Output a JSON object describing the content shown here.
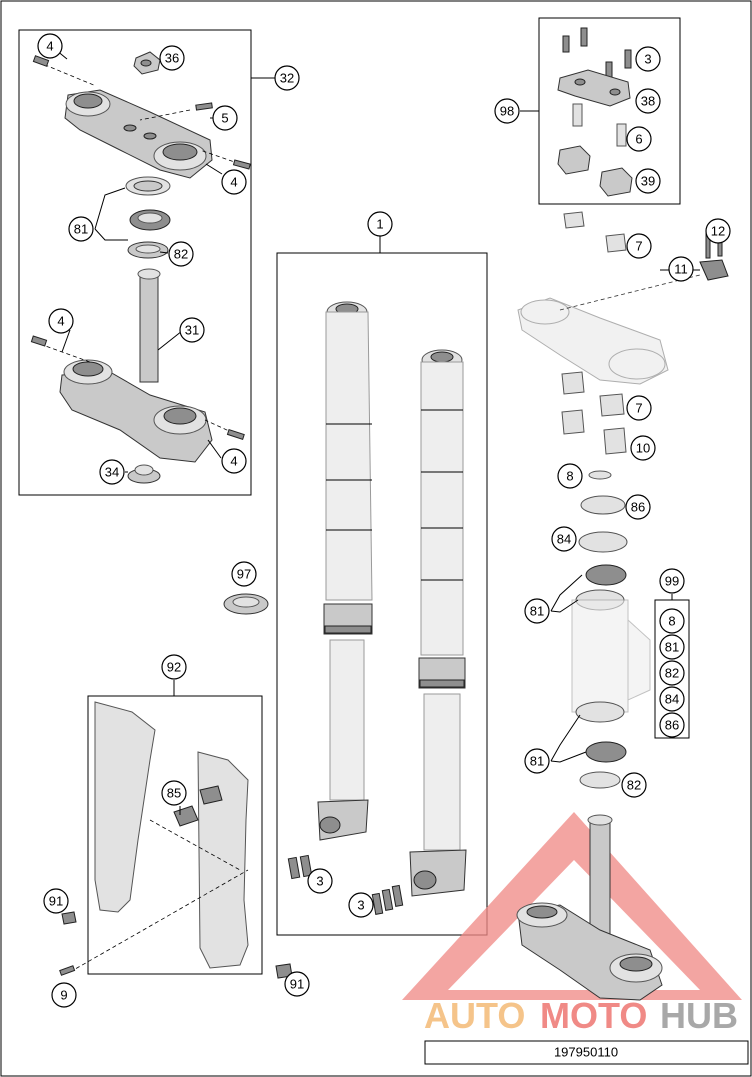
{
  "callouts": {
    "c4a": "4",
    "c36": "36",
    "c32": "32",
    "c5": "5",
    "c4b": "4",
    "c81a": "81",
    "c82a": "82",
    "c4c": "4",
    "c31": "31",
    "c4d": "4",
    "c34": "34",
    "c1": "1",
    "c97": "97",
    "c92": "92",
    "c85": "85",
    "c91a": "91",
    "c9": "9",
    "c91b": "91",
    "c3a": "3",
    "c3b": "3",
    "c3c": "3",
    "c98": "98",
    "c38": "38",
    "c6": "6",
    "c39": "39",
    "c7a": "7",
    "c12": "12",
    "c11": "11",
    "c7b": "7",
    "c10": "10",
    "c8": "8",
    "c86": "86",
    "c84": "84",
    "c99": "99",
    "c81b": "81",
    "c81c": "81",
    "c82b": "82"
  },
  "kit_list": [
    "8",
    "81",
    "82",
    "84",
    "86"
  ],
  "watermark": {
    "part1": "AUTO",
    "part2": "MOTO",
    "part3": "HUB",
    "color1": "#f5c48a",
    "color2": "#f08a86",
    "color3": "#a8a8a8",
    "triangle_color": "#f08a86"
  },
  "reference_number": "197950110"
}
